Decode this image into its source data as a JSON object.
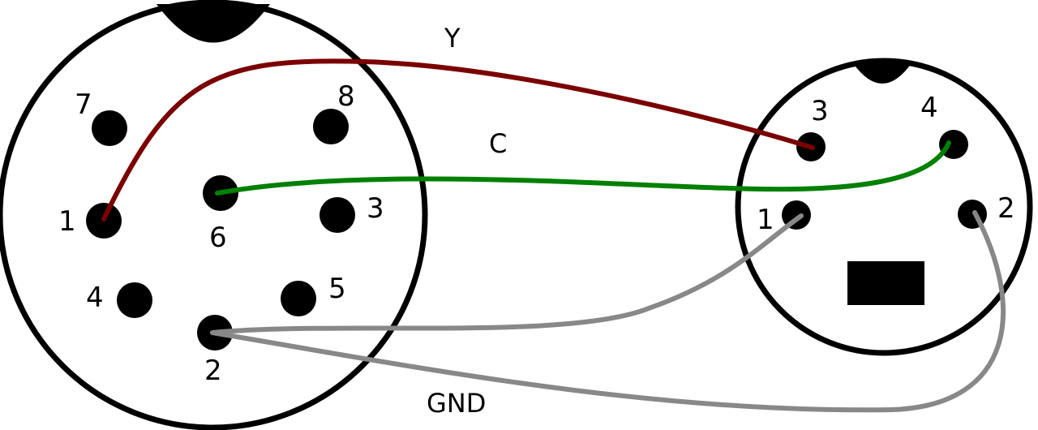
{
  "colors": {
    "outline": "#000000",
    "background": "#ffffff",
    "wire_y": "#7a0000",
    "wire_c": "#008000",
    "wire_gnd": "#888888"
  },
  "connector_left": {
    "pins": [
      {
        "id": "pin-1",
        "label": "1"
      },
      {
        "id": "pin-2",
        "label": "2"
      },
      {
        "id": "pin-3",
        "label": "3"
      },
      {
        "id": "pin-4",
        "label": "4"
      },
      {
        "id": "pin-5",
        "label": "5"
      },
      {
        "id": "pin-6",
        "label": "6"
      },
      {
        "id": "pin-7",
        "label": "7"
      },
      {
        "id": "pin-8",
        "label": "8"
      }
    ]
  },
  "connector_right": {
    "pins": [
      {
        "id": "pin-1",
        "label": "1"
      },
      {
        "id": "pin-2",
        "label": "2"
      },
      {
        "id": "pin-3",
        "label": "3"
      },
      {
        "id": "pin-4",
        "label": "4"
      }
    ]
  },
  "wires": {
    "y": {
      "label": "Y"
    },
    "c": {
      "label": "C"
    },
    "gnd": {
      "label": "GND"
    }
  }
}
